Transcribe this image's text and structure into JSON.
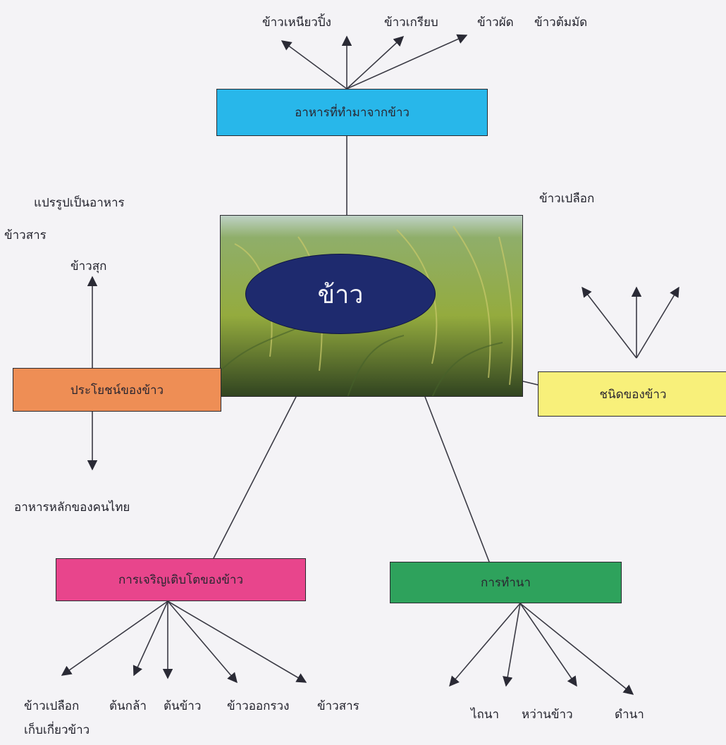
{
  "center": {
    "label": "ข้าว",
    "color": "#1e2a6e"
  },
  "boxes": {
    "food": {
      "label": "อาหารที่ทำมาจากข้าว",
      "color": "#28b7ea"
    },
    "benefit": {
      "label": "ประโยชน์ของข้าว",
      "color": "#ee8e55"
    },
    "types": {
      "label": "ชนิดของข้าว",
      "color": "#f8f07a"
    },
    "growth": {
      "label": "การเจริญเติบโตของข้าว",
      "color": "#e8458c"
    },
    "farming": {
      "label": "การทำนา",
      "color": "#2ea25c"
    }
  },
  "food_items": [
    "ข้าวเหนียวปิ้ง",
    "ข้าวเกรียบ",
    "ข้าวผัด",
    "ข้าวต้มมัด"
  ],
  "benefit_items": {
    "processed": "แปรรูปเป็นอาหาร",
    "milled": "ข้าวสาร",
    "cooked": "ข้าวสุก",
    "staple": "อาหารหลักของคนไทย"
  },
  "types_items": [
    "ข้าวเปลือก"
  ],
  "growth_items": [
    "ข้าวเปลือก",
    "ต้นกล้า",
    "ต้นข้าว",
    "ข้าวออกรวง",
    "ข้าวสาร",
    "เก็บเกี่ยวข้าว"
  ],
  "farming_items": [
    "ไถนา",
    "หว่านข้าว",
    "ดำนา"
  ]
}
